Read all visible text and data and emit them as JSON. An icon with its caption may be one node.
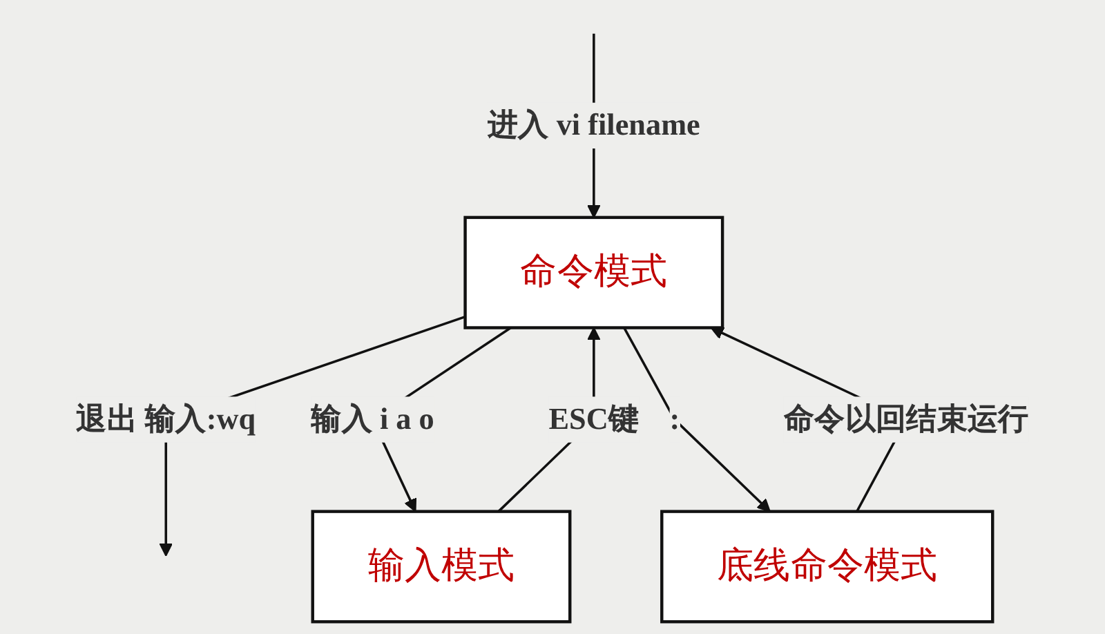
{
  "diagram": {
    "nodes": [
      {
        "text": [
          "命令模式"
        ]
      },
      {
        "text": [
          "输入模式"
        ]
      },
      {
        "text": [
          "底线命令模式"
        ]
      }
    ],
    "edges": [
      {
        "from": null,
        "to": 0,
        "arrow": "to",
        "label": "进入 vi filename"
      },
      {
        "from": 0,
        "to": null,
        "arrow": "to",
        "label": "退出 输入:wq"
      },
      {
        "from": 0,
        "to": 1,
        "arrow": "to",
        "label": "输入 i a o"
      },
      {
        "from": 1,
        "to": 0,
        "arrow": "to",
        "label": "ESC键"
      },
      {
        "from": 0,
        "to": 2,
        "arrow": "to",
        "label": ":"
      },
      {
        "from": 2,
        "to": 0,
        "arrow": "to",
        "label": "命令以回结束运行"
      }
    ]
  }
}
